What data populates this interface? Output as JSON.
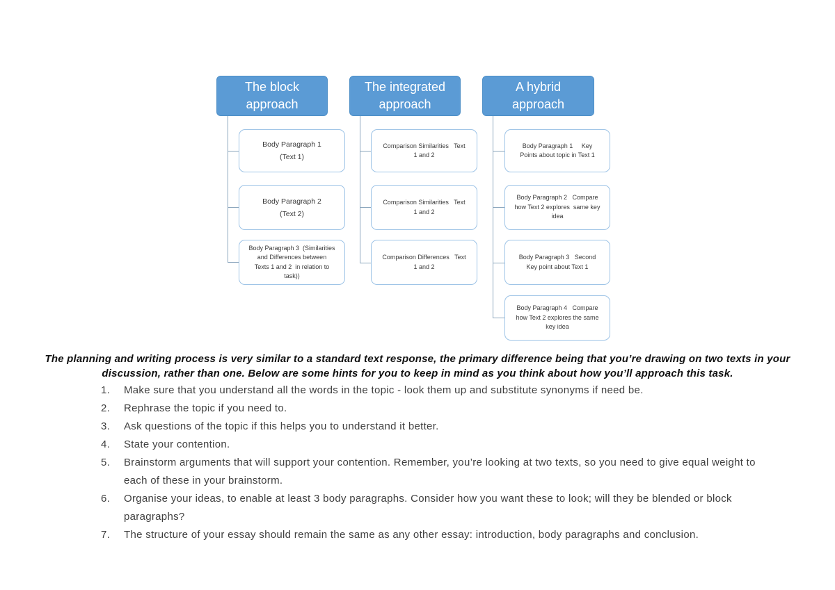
{
  "diagram": {
    "colors": {
      "header_fill": "#5b9bd5",
      "header_text": "#ffffff",
      "node_border": "#9dc3e6",
      "connector": "#8ca6bd"
    },
    "columns": [
      {
        "title": "The block\napproach",
        "boxes": [
          {
            "text": "Body Paragraph 1\n(Text 1)"
          },
          {
            "text": "Body Paragraph 2\n(Text 2)"
          },
          {
            "text": "Body Paragraph 3  (Similarities\nand Differences between\nTexts 1 and 2  in relation to\ntask))"
          }
        ]
      },
      {
        "title": "The integrated\napproach",
        "boxes": [
          {
            "text": "Comparison Similarities   Text\n1 and 2"
          },
          {
            "text": "Comparison Similarities   Text\n1 and 2"
          },
          {
            "text": "Comparison Differences   Text\n1 and 2"
          }
        ]
      },
      {
        "title": "A hybrid\napproach",
        "boxes": [
          {
            "text": "Body Paragraph 1     Key\nPoints about topic in Text 1"
          },
          {
            "text": "Body Paragraph 2   Compare\nhow Text 2 explores  same key\nidea"
          },
          {
            "text": "Body Paragraph 3   Second\nKey point about Text 1"
          },
          {
            "text": "Body Paragraph 4   Compare\nhow Text 2 explores the same\nkey idea"
          }
        ]
      }
    ]
  },
  "intro": {
    "text": "The planning and writing process is very similar to a standard text response, the primary difference being that you’re drawing on two texts in your discussion, rather than one. Below are some hints for you to keep in mind as you think about how you’ll approach this task."
  },
  "list": {
    "items": [
      {
        "number": "1.",
        "text": "Make sure that you understand all the words in the topic - look them up and substitute synonyms if need be."
      },
      {
        "number": "2.",
        "text": "Rephrase the topic if you need to."
      },
      {
        "number": "3.",
        "text": "Ask questions of the topic if this helps you to understand it better."
      },
      {
        "number": "4.",
        "text": "State your contention."
      },
      {
        "number": "5.",
        "text": "Brainstorm arguments that will support your contention. Remember, you’re looking at two texts, so you need to give equal weight to each of these in your brainstorm."
      },
      {
        "number": "6.",
        "text": "Organise your ideas, to enable at least 3 body paragraphs. Consider how you want these to look; will they be blended or block paragraphs?"
      },
      {
        "number": "7.",
        "text": "The structure of your essay should remain the same as any other essay: introduction, body paragraphs and conclusion."
      }
    ]
  }
}
